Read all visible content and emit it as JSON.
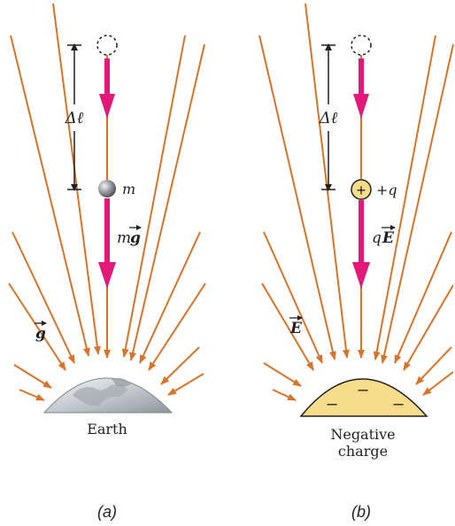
{
  "colors": {
    "field_line": "#d8742a",
    "force_arrow": "#e2197a",
    "dimension_line": "#231f20",
    "charge_fill": "#f7dc8c",
    "earth_fill": "#c9cdd2",
    "mass_fill": "#8d9096",
    "text": "#231f20"
  },
  "panel_a": {
    "caption": "(a)",
    "body_label": "Earth",
    "field_label": "g",
    "mass_label": "m",
    "force_label_prefix": "m",
    "force_label_vector": "g",
    "displacement_label": "Δℓ"
  },
  "panel_b": {
    "caption": "(b)",
    "body_label_line1": "Negative",
    "body_label_line2": "charge",
    "field_label": "E",
    "charge_label": "+q",
    "charge_symbol": "+",
    "force_label_prefix": "q",
    "force_label_vector": "E",
    "displacement_label": "Δℓ",
    "surface_charges": [
      "–",
      "–",
      "–"
    ]
  }
}
